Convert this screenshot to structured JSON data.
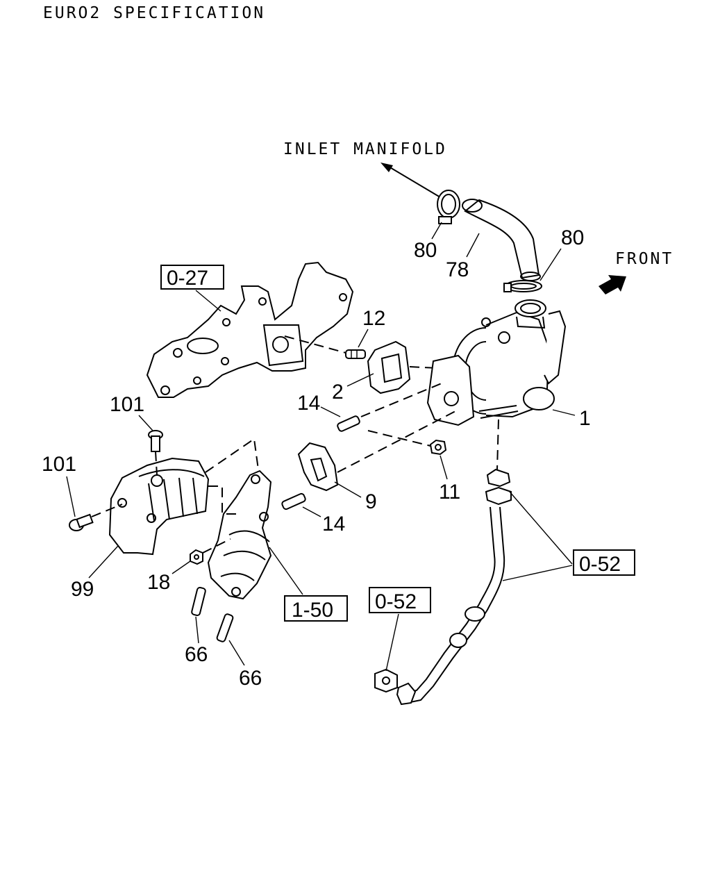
{
  "header": {
    "spec_title": "EURO2 SPECIFICATION"
  },
  "annotations": {
    "inlet_manifold": "INLET MANIFOLD",
    "front": "FRONT"
  },
  "reference_boxes": {
    "exhaust_manifold_ref": "0-27",
    "catalyst_ref": "1-50",
    "oil_pipe_ref_right": "0-52",
    "oil_pipe_ref_bottom": "0-52"
  },
  "callouts": {
    "turbocharger": "1",
    "gasket_turbo": "2",
    "gasket_outlet": "9",
    "nut_11": "11",
    "stud_12": "12",
    "stud_14_upper": "14",
    "stud_14_lower": "14",
    "nut_18": "18",
    "stud_66_left": "66",
    "stud_66_right": "66",
    "hose_78": "78",
    "clamp_80_left": "80",
    "clamp_80_right": "80",
    "heat_shield_99": "99",
    "bolt_101_top": "101",
    "bolt_101_left": "101"
  }
}
